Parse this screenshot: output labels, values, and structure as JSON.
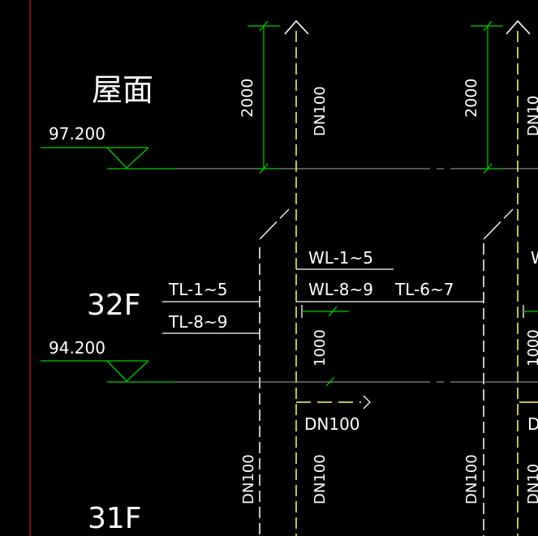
{
  "colors": {
    "background": "#000000",
    "pipe": "#ffffff",
    "dimension": "#00d000",
    "vent_pipe": "#ffff66",
    "frame_line": "#a01010"
  },
  "floors": {
    "roof": "屋面",
    "f32": "32F",
    "f31": "31F"
  },
  "elevations": {
    "roof": "97.200",
    "f32": "94.200"
  },
  "dimensions": {
    "roof_vent_height_left": "2000",
    "roof_vent_height_right": "2000",
    "branch_height": "1000",
    "branch_height_right": "1000"
  },
  "pipe_labels": {
    "wl_1_5": "WL-1~5",
    "wl_8_9": "WL-8~9",
    "tl_6_7": "TL-6~7",
    "tl_1_5": "TL-1~5",
    "tl_8_9": "TL-8~9",
    "wl_cut": "W"
  },
  "pipe_sizes": {
    "vent_roof": "DN100",
    "vent_roof_right": "DN10",
    "branch_outlet": "DN100",
    "branch_outlet_right": "D",
    "stack_left": "DN100",
    "stack_mid": "DN100",
    "stack_right": "DN100",
    "stack_far_right": "DN10"
  }
}
